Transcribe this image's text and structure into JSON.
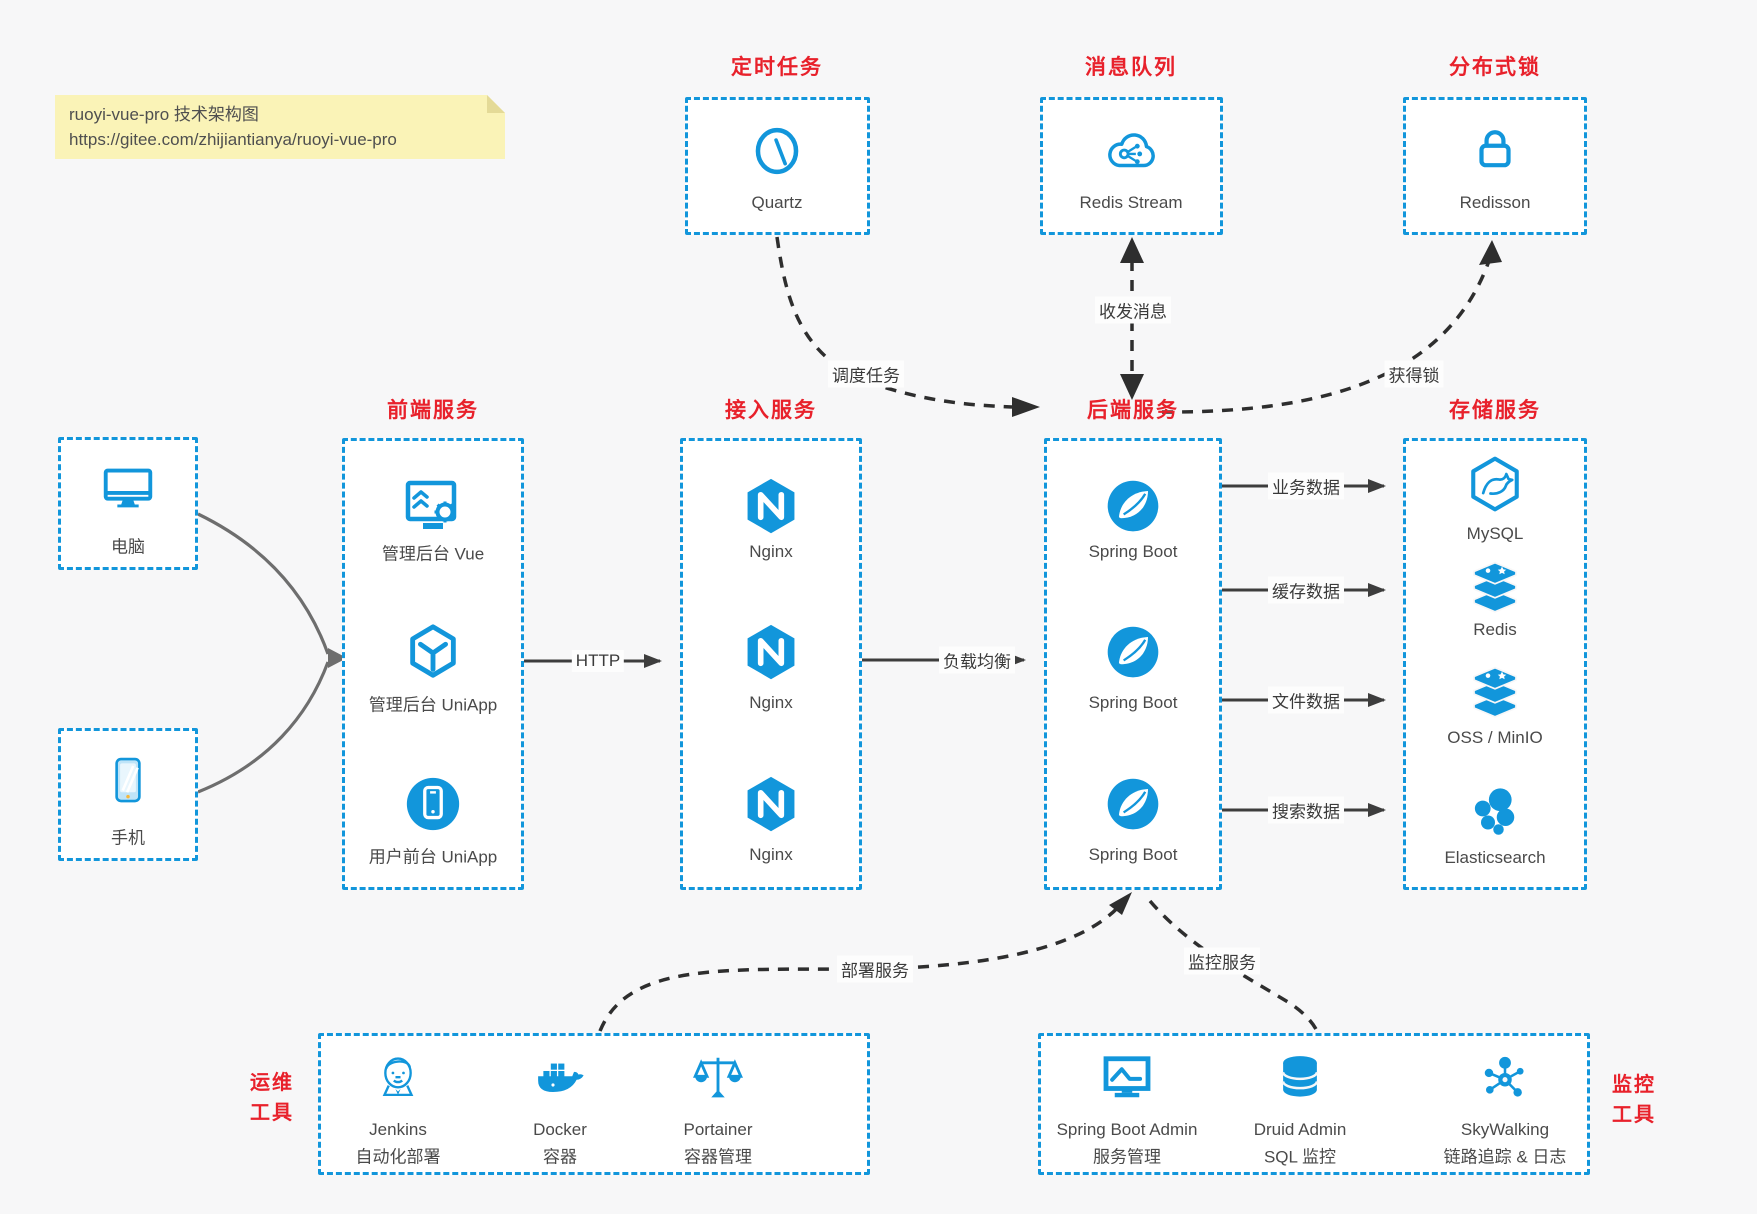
{
  "colors": {
    "accent_blue": "#1296db",
    "label_red": "#e8212b",
    "note_bg": "#faf3b7",
    "arrow_dark": "#3d3d3d",
    "canvas_bg": "#f7f7f8"
  },
  "note": {
    "line1": "ruoyi-vue-pro 技术架构图",
    "line2": "https://gitee.com/zhijiantianya/ruoyi-vue-pro"
  },
  "top_groups": [
    {
      "label": "定时任务",
      "item": {
        "name": "Quartz",
        "icon": "clock-icon"
      }
    },
    {
      "label": "消息队列",
      "item": {
        "name": "Redis Stream",
        "icon": "cloud-network-icon"
      }
    },
    {
      "label": "分布式锁",
      "item": {
        "name": "Redisson",
        "icon": "lock-icon"
      }
    }
  ],
  "clients": [
    {
      "label": "电脑",
      "icon": "desktop-icon"
    },
    {
      "label": "手机",
      "icon": "smartphone-icon"
    }
  ],
  "columns": [
    {
      "label": "前端服务",
      "items": [
        {
          "label": "管理后台 Vue",
          "icon": "admin-vue-icon"
        },
        {
          "label": "管理后台 UniApp",
          "icon": "uniapp-cube-icon"
        },
        {
          "label": "用户前台 UniApp",
          "icon": "user-app-icon"
        }
      ]
    },
    {
      "label": "接入服务",
      "items": [
        {
          "label": "Nginx",
          "icon": "nginx-icon"
        },
        {
          "label": "Nginx",
          "icon": "nginx-icon"
        },
        {
          "label": "Nginx",
          "icon": "nginx-icon"
        }
      ]
    },
    {
      "label": "后端服务",
      "items": [
        {
          "label": "Spring Boot",
          "icon": "spring-boot-icon"
        },
        {
          "label": "Spring Boot",
          "icon": "spring-boot-icon"
        },
        {
          "label": "Spring Boot",
          "icon": "spring-boot-icon"
        }
      ]
    },
    {
      "label": "存储服务",
      "items": [
        {
          "label": "MySQL",
          "icon": "mysql-icon"
        },
        {
          "label": "Redis",
          "icon": "redis-icon"
        },
        {
          "label": "OSS / MinIO",
          "icon": "object-storage-icon"
        },
        {
          "label": "Elasticsearch",
          "icon": "elasticsearch-icon"
        }
      ]
    }
  ],
  "edges": {
    "http": "HTTP",
    "load_balance": "负载均衡",
    "business_data": "业务数据",
    "cache_data": "缓存数据",
    "file_data": "文件数据",
    "search_data": "搜索数据",
    "schedule_task": "调度任务",
    "send_receive_message": "收发消息",
    "acquire_lock": "获得锁",
    "deploy_service": "部署服务",
    "monitor_service": "监控服务"
  },
  "bottom_groups": [
    {
      "label_line1": "运维",
      "label_line2": "工具",
      "items": [
        {
          "name": "Jenkins",
          "desc": "自动化部署",
          "icon": "jenkins-icon"
        },
        {
          "name": "Docker",
          "desc": "容器",
          "icon": "docker-icon"
        },
        {
          "name": "Portainer",
          "desc": "容器管理",
          "icon": "portainer-scales-icon"
        }
      ]
    },
    {
      "label_line1": "监控",
      "label_line2": "工具",
      "items": [
        {
          "name": "Spring Boot Admin",
          "desc": "服务管理",
          "icon": "monitor-chart-icon"
        },
        {
          "name": "Druid Admin",
          "desc": "SQL 监控",
          "icon": "database-icon"
        },
        {
          "name": "SkyWalking",
          "desc": "链路追踪 & 日志",
          "icon": "topology-icon"
        }
      ]
    }
  ]
}
